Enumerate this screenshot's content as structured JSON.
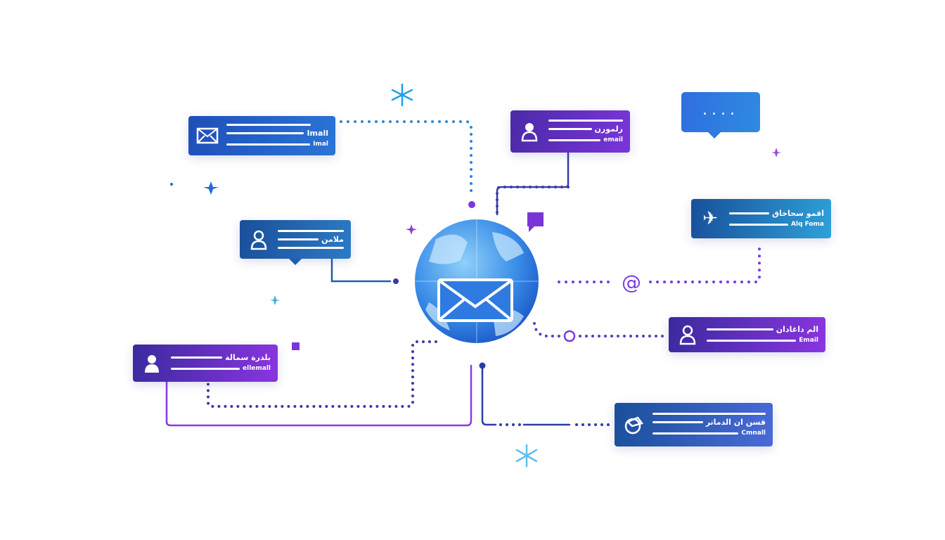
{
  "colors": {
    "blue": "#2563d6",
    "purple": "#6a2fd0",
    "violet": "#7b3fe4",
    "cyan": "#2fa8e0"
  },
  "center": {
    "icon": "globe-envelope-icon"
  },
  "bubble": {
    "text": "....",
    "icon": "chat-bubble-icon"
  },
  "connector_icons": [
    "at-sign-icon",
    "circle-node-icon"
  ],
  "cards": [
    {
      "icon": "envelope-icon",
      "line1": "Imall",
      "line2": "Imal"
    },
    {
      "icon": "user-icon",
      "line1": "رلمورن",
      "line2": "email"
    },
    {
      "icon": "user-icon",
      "line1": "ملامن"
    },
    {
      "icon": "airplane-icon",
      "line1": "اقمو سحاخاق",
      "line2": "Alq Foma"
    },
    {
      "icon": "user-icon",
      "line1": "الم داغادان",
      "line2": "Email"
    },
    {
      "icon": "user-icon",
      "line1": "بلدرة سمالة",
      "line2": "ellemall"
    },
    {
      "icon": "helmet-icon",
      "line1": "قسن ان الدمانر",
      "line2": "Cmnall"
    }
  ],
  "at_symbol": "@"
}
